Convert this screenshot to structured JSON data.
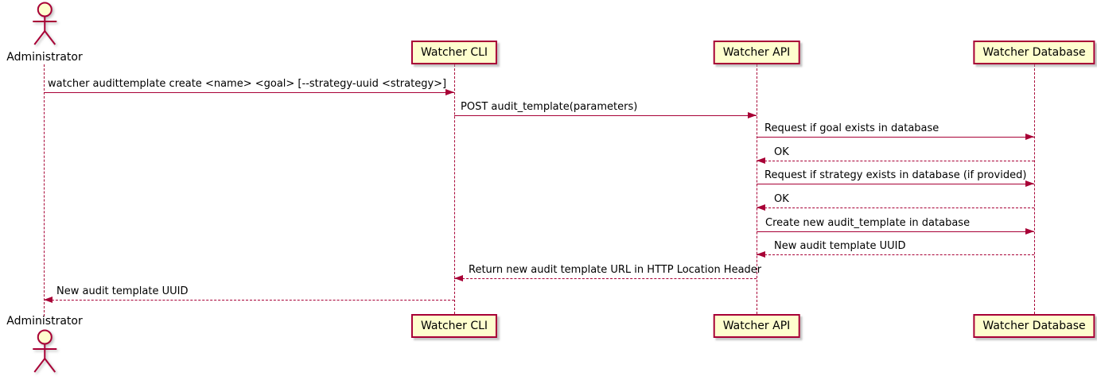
{
  "diagram": {
    "type": "uml-sequence-diagram",
    "colors": {
      "stroke": "#A80036",
      "participant_fill": "#FEFECE",
      "text": "#000000",
      "background": "#FFFFFF"
    },
    "participants": [
      {
        "name": "Administrator",
        "kind": "actor"
      },
      {
        "name": "Watcher CLI",
        "kind": "participant"
      },
      {
        "name": "Watcher API",
        "kind": "participant"
      },
      {
        "name": "Watcher Database",
        "kind": "participant"
      }
    ],
    "messages": [
      {
        "from": "Administrator",
        "to": "Watcher CLI",
        "style": "solid",
        "text": "watcher audittemplate create <name> <goal> [--strategy-uuid <strategy>]"
      },
      {
        "from": "Watcher CLI",
        "to": "Watcher API",
        "style": "solid",
        "text": "POST audit_template(parameters)"
      },
      {
        "from": "Watcher API",
        "to": "Watcher Database",
        "style": "solid",
        "text": "Request if goal exists in database"
      },
      {
        "from": "Watcher Database",
        "to": "Watcher API",
        "style": "dashed",
        "text": "OK"
      },
      {
        "from": "Watcher API",
        "to": "Watcher Database",
        "style": "solid",
        "text": "Request if strategy exists in database (if provided)"
      },
      {
        "from": "Watcher Database",
        "to": "Watcher API",
        "style": "dashed",
        "text": "OK"
      },
      {
        "from": "Watcher API",
        "to": "Watcher Database",
        "style": "solid",
        "text": "Create new audit_template in database"
      },
      {
        "from": "Watcher Database",
        "to": "Watcher API",
        "style": "dashed",
        "text": "New audit template UUID"
      },
      {
        "from": "Watcher API",
        "to": "Watcher CLI",
        "style": "dashed",
        "text": "Return new audit template URL in HTTP Location Header"
      },
      {
        "from": "Watcher CLI",
        "to": "Administrator",
        "style": "dashed",
        "text": "New audit template UUID"
      }
    ]
  }
}
